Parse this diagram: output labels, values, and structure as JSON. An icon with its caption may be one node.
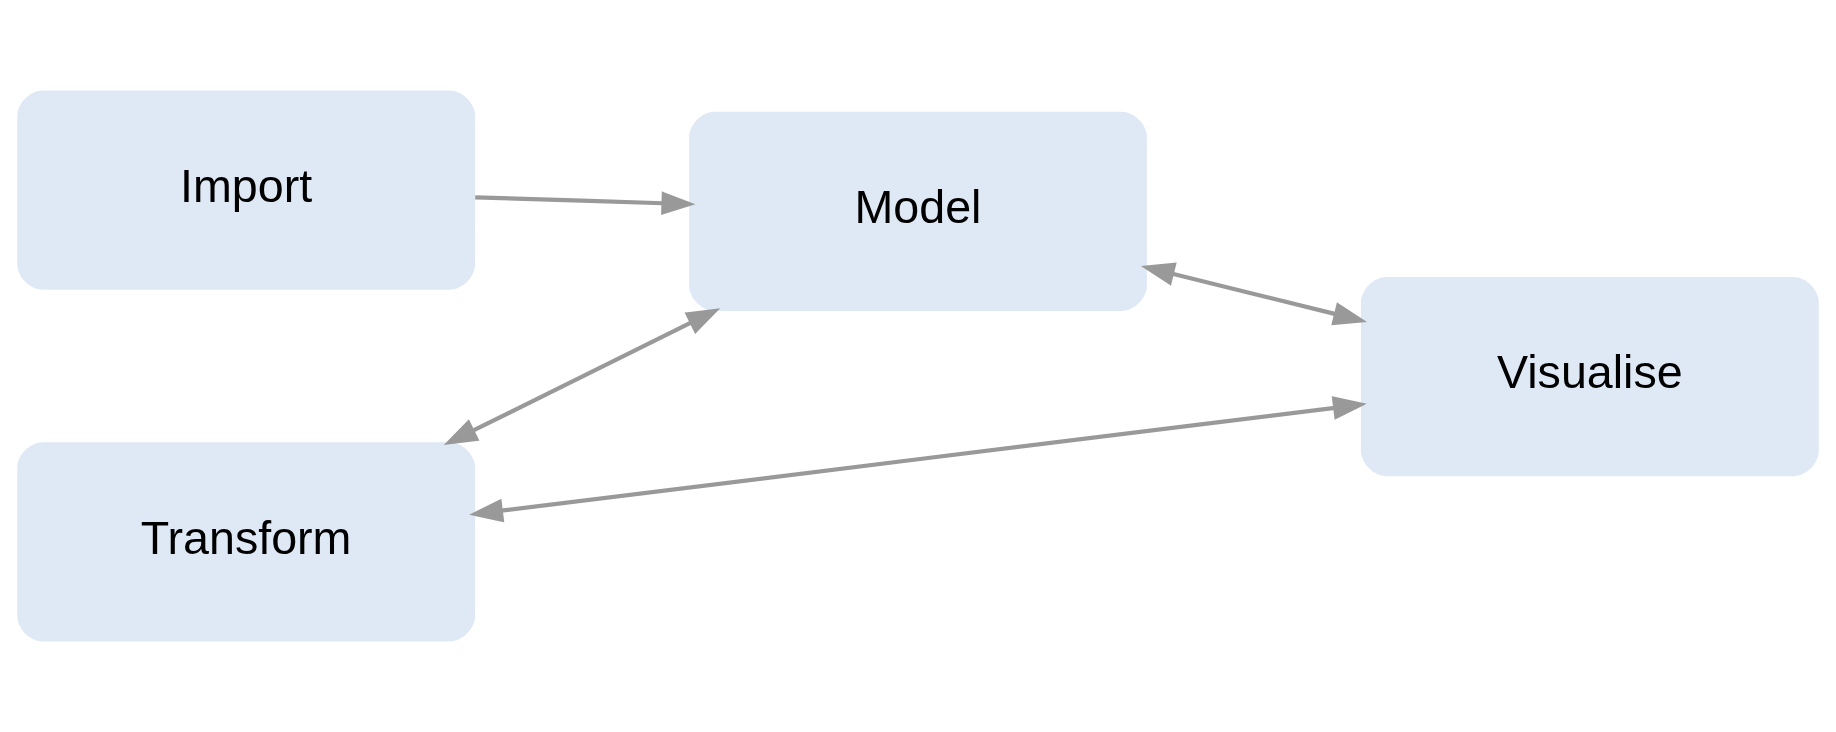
{
  "diagram": {
    "nodes": [
      {
        "text": [
          "Import"
        ]
      },
      {
        "text": [
          "Transform"
        ]
      },
      {
        "text": [
          "Visualise"
        ]
      },
      {
        "text": [
          "Model"
        ]
      }
    ],
    "edges": [
      {
        "from": 0,
        "to": 3,
        "arrow": "to"
      },
      {
        "from": 1,
        "to": 2,
        "arrow": "both"
      },
      {
        "from": 1,
        "to": 3,
        "arrow": "both"
      },
      {
        "from": 3,
        "to": 2,
        "arrow": "both"
      }
    ]
  }
}
